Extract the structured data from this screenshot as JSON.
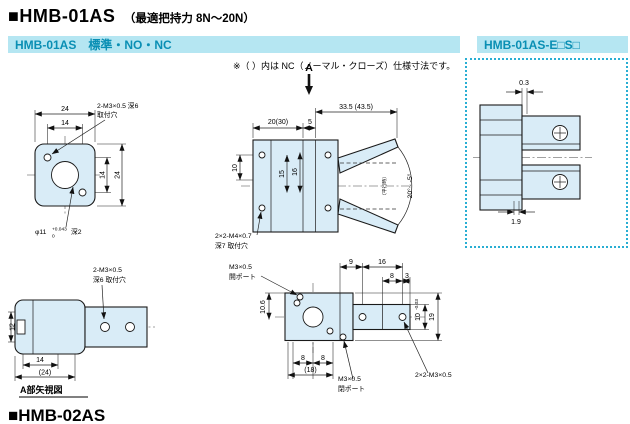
{
  "colors": {
    "header_bg": "#b5e6f2",
    "header_text": "#0a8fb4",
    "part_fill": "#d9ecf7",
    "line": "#1a1a1a",
    "dotted_border": "#29aed3"
  },
  "page": {
    "title_marker": "■",
    "title": "HMB-01AS",
    "title_note": "（最適把持力 8N～20N）",
    "note": "※（ ）内は NC（ノーマル・クローズ）仕様寸法です。",
    "next_section_title": "■HMB-02AS"
  },
  "headers": {
    "left": "HMB-01AS　標準・NO・NC",
    "right": "HMB-01AS-E□S□"
  },
  "front_view": {
    "dim_w": "24",
    "dim_w_inner": "14",
    "dim_h_inner": "14",
    "dim_h": "24",
    "hole_line1": "2-M3×0.5 深6",
    "hole_line2": "取付穴",
    "bore": "φ11",
    "bore_tol_up": "+0.043",
    "bore_tol_dn": "0",
    "bore_depth": "深2"
  },
  "side_view": {
    "view_arrow": "A",
    "dim_total": "33.5 (43.5)",
    "dim_body": "20(30)",
    "dim_5": "5",
    "dim_10": "10",
    "dim_15": "15",
    "dim_16": "16",
    "angle": "20°~ -5°",
    "parallel_note": "（平行時）",
    "hole_line1": "2×2-M4×0.7",
    "hole_line2": "深7 取付穴"
  },
  "detail_view": {
    "dim_top": "0.3",
    "dim_bottom": "1.9"
  },
  "a_view": {
    "hole_line1": "2-M3×0.5",
    "hole_line2": "深6 取付穴",
    "dim_h": "12",
    "dim_w1": "14",
    "dim_w2": "(24)",
    "caption": "A部矢視図"
  },
  "bottom_view": {
    "dim_9": "9",
    "dim_16": "16",
    "dim_8t": "8",
    "dim_3": "3",
    "open_port_line1": "M3×0.5",
    "open_port_line2": "開ポート",
    "dim_106": "10.6",
    "dim_10": "10",
    "dim_10_tol": "-0.03",
    "dim_19": "19",
    "dim_8b1": "8",
    "dim_8b2": "8",
    "dim_18": "(18)",
    "close_port_line1": "M3×0.5",
    "close_port_line2": "閉ポート",
    "screws": "2×2-M3×0.5"
  }
}
